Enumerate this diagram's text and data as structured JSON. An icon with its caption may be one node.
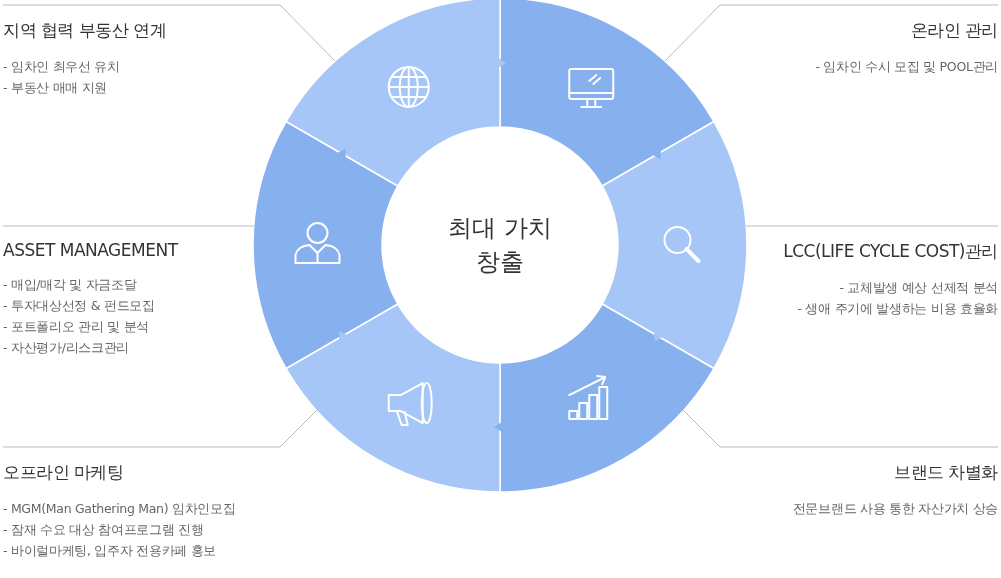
{
  "diagram": {
    "nodes": [
      {
        "text": [
          "최대 가치 창출"
        ]
      },
      {
        "text": [],
        "shape": "picture"
      },
      {
        "text": [],
        "shape": "picture"
      },
      {
        "text": [],
        "shape": "picture"
      },
      {
        "text": [],
        "shape": "picture"
      },
      {
        "text": [],
        "shape": "picture"
      },
      {
        "text": [],
        "shape": "picture"
      },
      {
        "text": [
          "온라인 관리",
          "- 임차인 수시 모집 및 POOL관리"
        ]
      },
      {
        "text": [
          "LCC(LIFE CYCLE COST)관리",
          "- 교체발생 예상 선제적 분석",
          "- 생애 주기에 발생하는 비용 효율화"
        ]
      },
      {
        "text": [
          "브랜드 차별화",
          "전문브랜드 사용 통한 자산가치 상승"
        ]
      },
      {
        "text": [
          "오프라인 마케팅",
          "- MGM(Man Gathering Man) 임차인모집",
          "- 잠재 수요 대상 참여프로그램 진행",
          "- 바이럴마케팅, 입주자 전용카페 홍보"
        ]
      },
      {
        "text": [
          "ASSET MANAGEMENT",
          "- 매입/매각 및 자금조달",
          "- 투자대상선정 & 펀드모집",
          "- 포트폴리오 관리 및 분석",
          "- 자산평가/리스크관리"
        ]
      },
      {
        "text": [
          "지역 협력 부동산 연계",
          "- 임차인 최우선 유치",
          "- 부동산 매매 지원"
        ]
      }
    ],
    "edges": [
      {
        "from": 6,
        "to": 1,
        "arrow": "to"
      },
      {
        "from": 1,
        "to": 2,
        "arrow": "to"
      },
      {
        "from": 2,
        "to": 3,
        "arrow": "to"
      },
      {
        "from": 3,
        "to": 4,
        "arrow": "to"
      },
      {
        "from": 4,
        "to": 5,
        "arrow": "to"
      },
      {
        "from": 5,
        "to": 6,
        "arrow": "to"
      },
      {
        "from": 7,
        "to": 1,
        "arrow": "none"
      },
      {
        "from": 8,
        "to": 2,
        "arrow": "none"
      },
      {
        "from": 9,
        "to": 3,
        "arrow": "none"
      },
      {
        "from": 10,
        "to": 4,
        "arrow": "none"
      },
      {
        "from": 11,
        "to": 5,
        "arrow": "none"
      },
      {
        "from": 12,
        "to": 6,
        "arrow": "none"
      }
    ]
  }
}
